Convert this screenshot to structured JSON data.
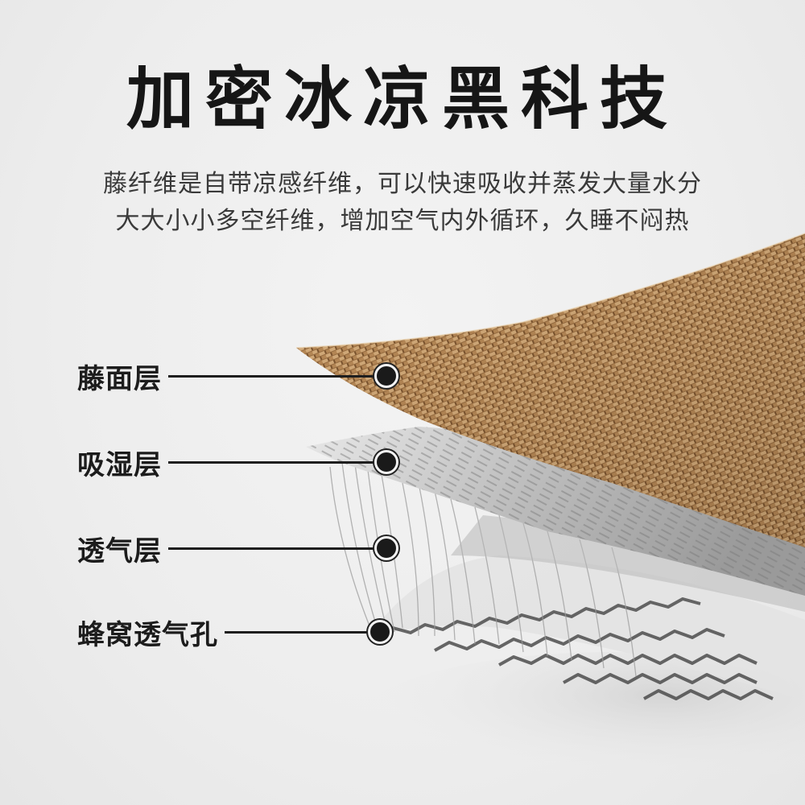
{
  "headline": "加密冰凉黑科技",
  "description": {
    "line1": "藤纤维是自带凉感纤维，可以快速吸收并蒸发大量水分",
    "line2": "大大小小多空纤维，增加空气内外循环，久睡不闷热"
  },
  "layers": [
    {
      "label": "藤面层",
      "marker_icon": "dot-marker-icon"
    },
    {
      "label": "吸湿层",
      "marker_icon": "dot-marker-icon"
    },
    {
      "label": "透气层",
      "marker_icon": "dot-marker-icon"
    },
    {
      "label": "蜂窝透气孔",
      "marker_icon": "dot-marker-icon"
    }
  ],
  "colors": {
    "background": "#efefef",
    "rattan": "#b98a57",
    "rattan_dark": "#8a6238",
    "rattan_light": "#d9b383",
    "mesh_gray": "#9a9a9a",
    "text": "#1a1a1a"
  }
}
